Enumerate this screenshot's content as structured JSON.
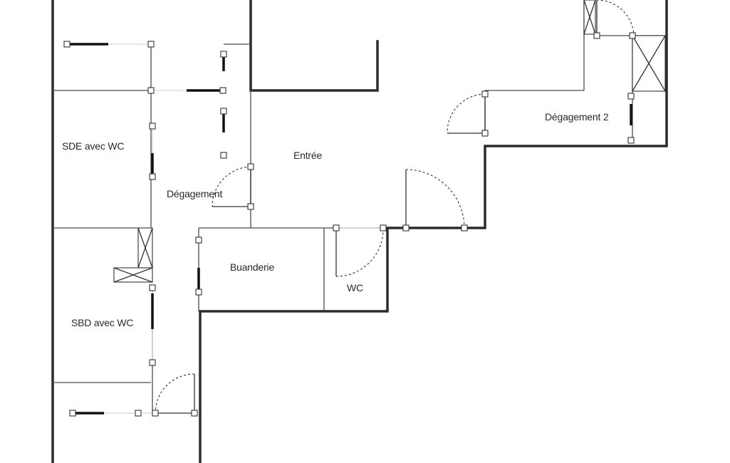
{
  "plan": {
    "rooms": {
      "sde": "SDE avec WC",
      "degagement": "Dégagement",
      "entree": "Entrée",
      "degagement2": "Dégagement 2",
      "buanderie": "Buanderie",
      "wc": "WC",
      "sbd": "SBD avec WC"
    },
    "colors": {
      "wall": "#2b2b2b",
      "partition": "#4a4a4a",
      "background": "#ffffff"
    }
  }
}
